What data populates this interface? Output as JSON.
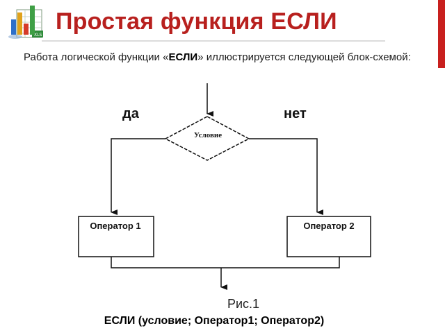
{
  "header": {
    "title": "Простая функция ЕСЛИ",
    "logo_icon": "spreadsheet-chart-icon",
    "accent_color": "#c8201e"
  },
  "intro": {
    "text_before": "Работа логической функции «",
    "keyword": "ЕСЛИ",
    "text_after": "» иллюстрируется следующей блок-схемой:"
  },
  "diagram": {
    "yes_label": "да",
    "no_label": "нет",
    "condition_label": "Условие",
    "operator1_label": "Оператор 1",
    "operator2_label": "Оператор 2",
    "caption": "Рис.1",
    "formula": "ЕСЛИ (условие; Оператор1; Оператор2)"
  }
}
